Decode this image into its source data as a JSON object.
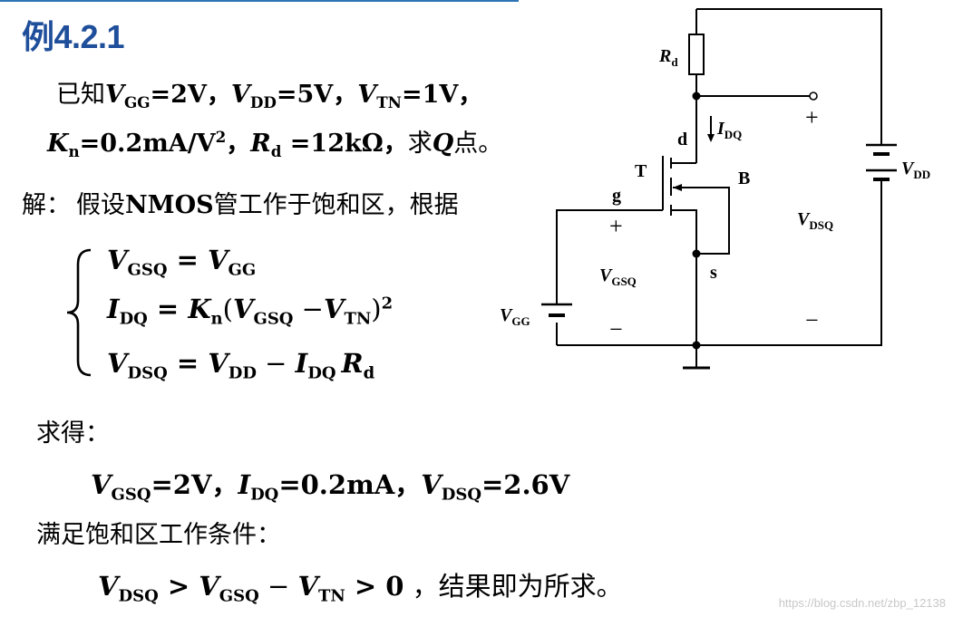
{
  "title": "例4.2.1",
  "given": {
    "intro": "已知",
    "vgg": {
      "sym": "V",
      "sub": "GG",
      "val": "=2V，"
    },
    "vdd": {
      "sym": "V",
      "sub": "DD",
      "val": "=5V，"
    },
    "vtn": {
      "sym": "V",
      "sub": "TN",
      "val": "=1V，"
    },
    "kn": {
      "sym": "K",
      "sub": "n",
      "val": "=0.2mA/V",
      "sup": "2",
      "tail": "，"
    },
    "rd": {
      "sym": "R",
      "sub": "d",
      "val": " =12kΩ，"
    },
    "ask": "求",
    "q": "Q",
    "ask_tail": "点。"
  },
  "solution": {
    "jie": "解：",
    "text1": "假设",
    "nmos": "NMOS",
    "text2": "管工作于饱和区，根据"
  },
  "equations": {
    "eq1": {
      "l": "V",
      "lsub": "GSQ",
      "op": " = ",
      "r": "V",
      "rsub": "GG"
    },
    "eq2": {
      "l": "I",
      "lsub": "DQ",
      "op": " = ",
      "k": "K",
      "ksub": "n",
      "p1": "(",
      "a": "V",
      "asub": "GSQ",
      "minus": " −",
      "b": "V",
      "bsub": "TN",
      "p2": ")",
      "sup": "2"
    },
    "eq3": {
      "l": "V",
      "lsub": "DSQ",
      "op": " = ",
      "a": "V",
      "asub": "DD",
      "minus": " − ",
      "b": "I",
      "bsub": "DQ",
      "c": "R",
      "csub": "d"
    }
  },
  "result": {
    "label": "求得：",
    "vgsq": {
      "sym": "V",
      "sub": "GSQ",
      "val": "=2V，"
    },
    "idq": {
      "sym": "I",
      "sub": "DQ",
      "val": "=0.2mA，"
    },
    "vdsq": {
      "sym": "V",
      "sub": "DSQ",
      "val": "=2.6V"
    }
  },
  "condition": {
    "label": "满足饱和区工作条件：",
    "a": "V",
    "asub": "DSQ",
    "gt1": " > ",
    "b": "V",
    "bsub": "GSQ",
    "minus": " − ",
    "c": "V",
    "csub": "TN",
    "gt2": " > 0",
    "tail": " ，结果即为所求。"
  },
  "circuit": {
    "rd": "R",
    "rd_sub": "d",
    "idq": "I",
    "idq_sub": "DQ",
    "d": "d",
    "t": "T",
    "b": "B",
    "g": "g",
    "s": "s",
    "vdd": "V",
    "vdd_sub": "DD",
    "vgg": "V",
    "vgg_sub": "GG",
    "vgsq": "V",
    "vgsq_sub": "GSQ",
    "vdsq": "V",
    "vdsq_sub": "DSQ",
    "plus": "+",
    "minus": "−"
  },
  "watermark": "https://blog.csdn.net/zbp_12138"
}
